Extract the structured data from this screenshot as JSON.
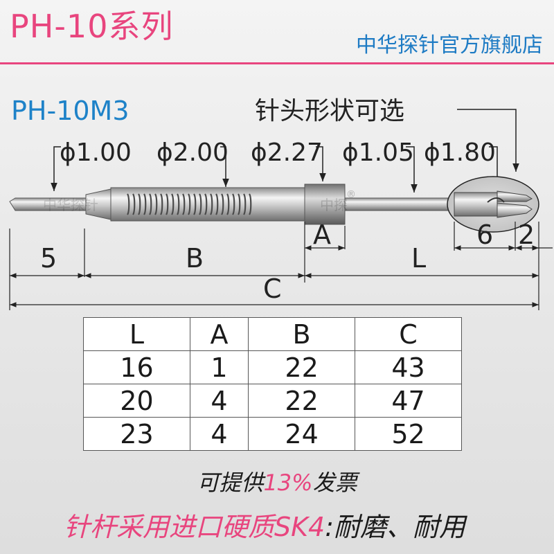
{
  "header": {
    "series_title": "PH-10系列",
    "shop_name": "中华探针官方旗舰店"
  },
  "drawing": {
    "model": "PH-10M3",
    "tip_note": "针头形状可选",
    "diameters": [
      "ϕ1.00",
      "ϕ2.00",
      "ϕ2.27",
      "ϕ1.05",
      "ϕ1.80"
    ],
    "dimensions": {
      "tip_length": "5",
      "b": "B",
      "a": "A",
      "l": "L",
      "c": "C",
      "head_6": "6",
      "head_2": "2"
    },
    "watermark_1": "中华探针",
    "watermark_2": "中探",
    "watermark_mark": "®"
  },
  "spec_table": {
    "headers": [
      "L",
      "A",
      "B",
      "C"
    ],
    "rows": [
      [
        "16",
        "1",
        "22",
        "43"
      ],
      [
        "20",
        "4",
        "22",
        "47"
      ],
      [
        "23",
        "4",
        "24",
        "52"
      ]
    ]
  },
  "footer": {
    "invoice_prefix": "可提供",
    "invoice_highlight": "13%",
    "invoice_suffix": "发票",
    "material_text": "针杆采用进口硬质SK4",
    "material_suffix": ":耐磨、耐用"
  },
  "colors": {
    "accent_pink": "#e8457e",
    "accent_blue": "#1e7bc4"
  }
}
